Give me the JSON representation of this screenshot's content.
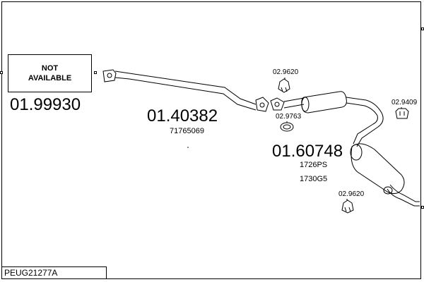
{
  "diagram": {
    "not_available_line1": "NOT",
    "not_available_line2": "AVAILABLE",
    "part_front": "01.99930",
    "part_middle": "01.40382",
    "part_middle_ref": "71765069",
    "part_rear": "01.60748",
    "part_rear_ref1": "1726PS",
    "part_rear_ref2": "1730G5",
    "hanger_top": "02.9620",
    "gasket": "02.9763",
    "hanger_right": "02.9409",
    "hanger_bottom": "02.9620",
    "vehicle_code": "PEUG21277A"
  }
}
